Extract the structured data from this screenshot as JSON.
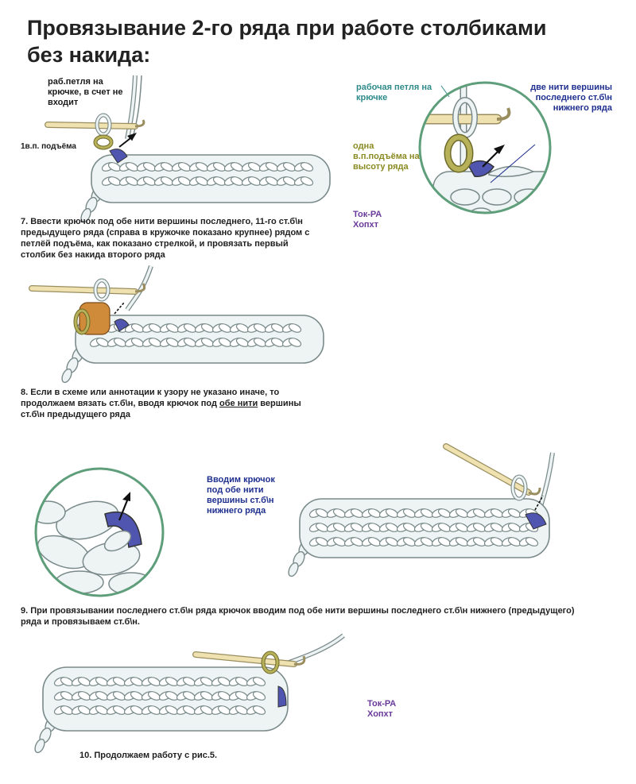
{
  "title": {
    "line1": "Провязывание 2-го ряда при работе столбиками",
    "line2": "без накида:"
  },
  "fig7": {
    "label_loop": "раб.петля на крючке, в счет не входит",
    "label_ch": "1в.п. подъёма",
    "zoom_loop": "рабочая петля на крючке",
    "zoom_two": "две нити вершины последнего ст.б\\н нижнего ряда",
    "zoom_one": "одна в.п.подъёма на высоту ряда",
    "caption": "7. Ввести крючок под обе нити вершины последнего, 11-го ст.б\\н предыдущего ряда (справа в кружочке показано крупнее) рядом с петлёй подъёма, как показано стрелкой, и провязать первый столбик без накида второго ряда"
  },
  "watermark": {
    "top": "Ток-РА",
    "bottom": "Хопхт"
  },
  "fig8": {
    "caption_a": "8. Если в схеме или аннотации к узору не указано иначе, то продолжаем вязать ст.б\\н, вводя крючок под ",
    "caption_u": "обе нити",
    "caption_b": " вершины ст.б\\н предыдущего ряда"
  },
  "fig9": {
    "label": "Вводим крючок под обе нити вершины ст.б\\н нижнего ряда",
    "caption": "9. При провязывании последнего ст.б\\н ряда крючок вводим под обе нити вершины последнего ст.б\\н нижнего (предыдущего) ряда и провязываем ст.б\\н."
  },
  "fig10": {
    "caption": "10. Продолжаем работу с рис.5."
  },
  "colors": {
    "yarn": "#eef3f3",
    "yarn_outline": "#7a8a8a",
    "hook": "#efe2b0",
    "loop_olive": "#b7b15a",
    "loop_orange": "#cf8a3a",
    "highlight_blue": "#5056b0",
    "zoom_ring": "#5f9e7a"
  }
}
